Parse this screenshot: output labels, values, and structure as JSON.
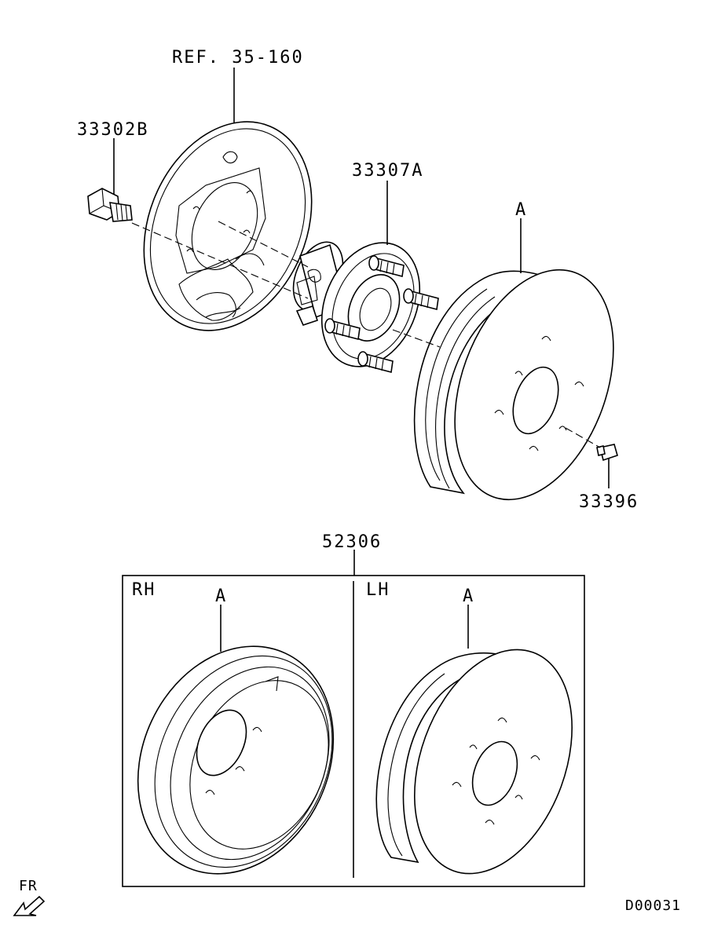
{
  "callouts": {
    "backing_plate_ref": "REF. 35-160",
    "bolt": "33302B",
    "hub_assembly": "33307A",
    "drum_ref": "A",
    "screw": "33396",
    "drum_set": "52306"
  },
  "box": {
    "rh": {
      "side": "RH",
      "ref": "A"
    },
    "lh": {
      "side": "LH",
      "ref": "A"
    }
  },
  "direction": {
    "label": "FR"
  },
  "diagram_code": "D00031"
}
